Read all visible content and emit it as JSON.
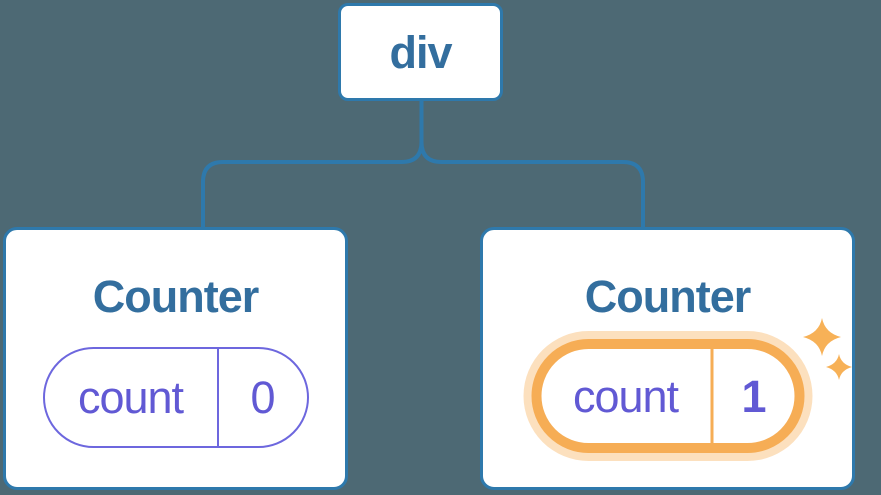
{
  "colors": {
    "bg": "#4D6974",
    "line_blue": "#2E79AC",
    "text_blue": "#336E9E",
    "card_bg": "#FFFFFF",
    "purple": "#6159D4",
    "purple_border": "#6D67DE",
    "orange": "#F6AD55",
    "orange_halo": "rgba(246,173,85,0.38)",
    "sparkle": "#F7B157"
  },
  "icons": {
    "sparkles": "✦"
  },
  "tree": {
    "root": {
      "label": "div"
    },
    "children": [
      {
        "title": "Counter",
        "state": {
          "key": "count",
          "value": "0"
        },
        "highlighted": false
      },
      {
        "title": "Counter",
        "state": {
          "key": "count",
          "value": "1"
        },
        "highlighted": true
      }
    ]
  }
}
